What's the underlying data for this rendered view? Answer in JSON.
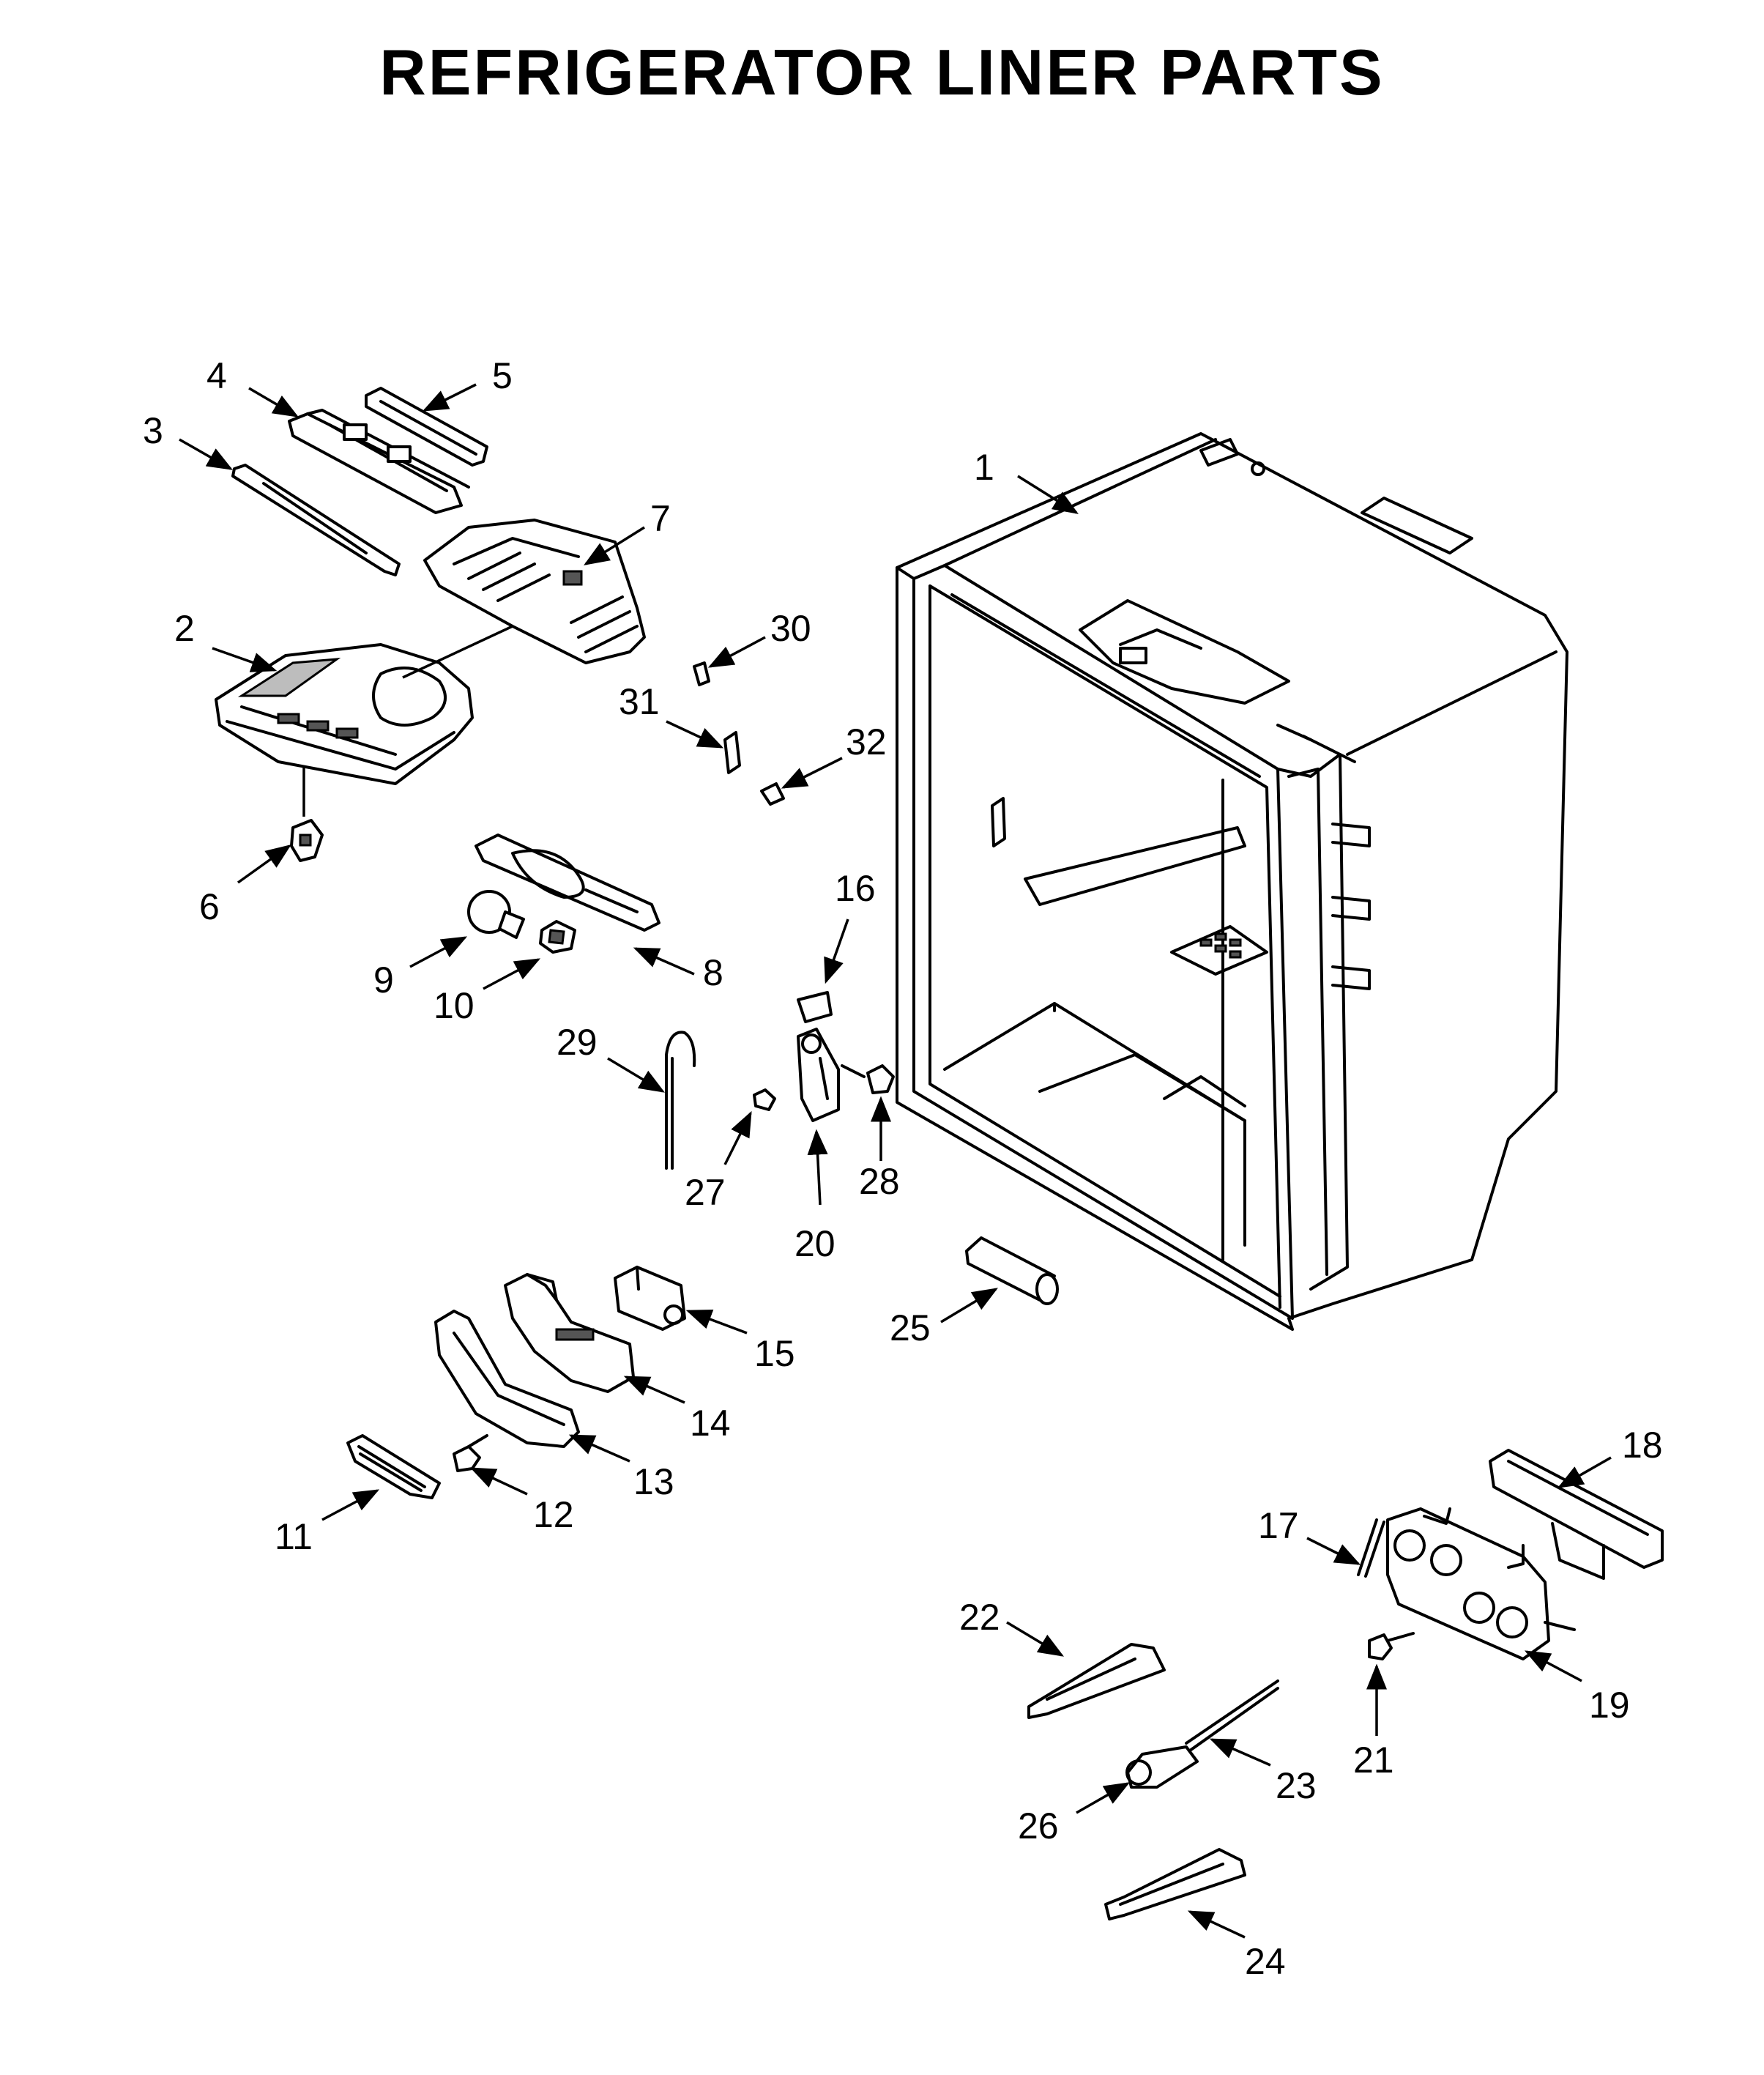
{
  "title": "REFRIGERATOR LINER PARTS",
  "callouts": [
    {
      "id": "1",
      "label": "1"
    },
    {
      "id": "2",
      "label": "2"
    },
    {
      "id": "3",
      "label": "3"
    },
    {
      "id": "4",
      "label": "4"
    },
    {
      "id": "5",
      "label": "5"
    },
    {
      "id": "6",
      "label": "6"
    },
    {
      "id": "7",
      "label": "7"
    },
    {
      "id": "8",
      "label": "8"
    },
    {
      "id": "9",
      "label": "9"
    },
    {
      "id": "10",
      "label": "10"
    },
    {
      "id": "11",
      "label": "11"
    },
    {
      "id": "12",
      "label": "12"
    },
    {
      "id": "13",
      "label": "13"
    },
    {
      "id": "14",
      "label": "14"
    },
    {
      "id": "15",
      "label": "15"
    },
    {
      "id": "16",
      "label": "16"
    },
    {
      "id": "17",
      "label": "17"
    },
    {
      "id": "18",
      "label": "18"
    },
    {
      "id": "19",
      "label": "19"
    },
    {
      "id": "20",
      "label": "20"
    },
    {
      "id": "21",
      "label": "21"
    },
    {
      "id": "22",
      "label": "22"
    },
    {
      "id": "23",
      "label": "23"
    },
    {
      "id": "24",
      "label": "24"
    },
    {
      "id": "25",
      "label": "25"
    },
    {
      "id": "26",
      "label": "26"
    },
    {
      "id": "27",
      "label": "27"
    },
    {
      "id": "28",
      "label": "28"
    },
    {
      "id": "29",
      "label": "29"
    },
    {
      "id": "30",
      "label": "30"
    },
    {
      "id": "31",
      "label": "31"
    },
    {
      "id": "32",
      "label": "32"
    }
  ]
}
